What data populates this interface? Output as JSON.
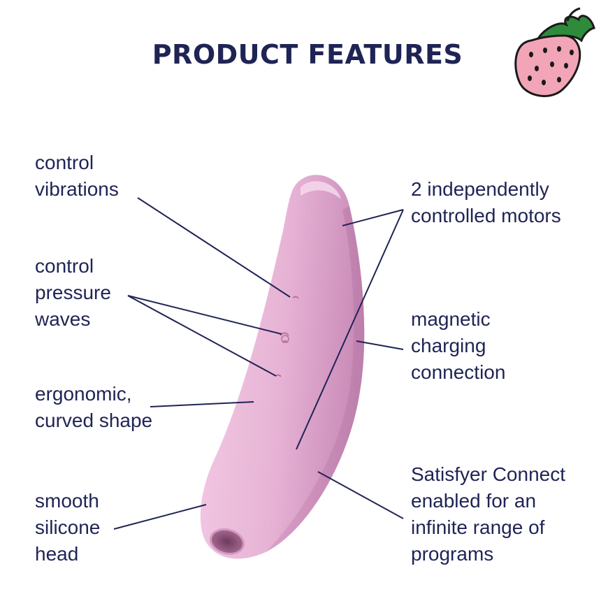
{
  "title": "PRODUCT FEATURES",
  "colors": {
    "text": "#1f2455",
    "product": "#e8b6d6",
    "strawberry": "#f3a5b8",
    "leaf": "#2e8b3c"
  },
  "icons": {
    "strawberry": "strawberry-icon"
  },
  "features": {
    "control_vibrations": "control\nvibrations",
    "control_pressure_waves": "control\npressure\nwaves",
    "ergonomic_shape": "ergonomic,\ncurved shape",
    "silicone_head": "smooth\nsilicone\nhead",
    "motors": "2 independently\ncontrolled motors",
    "magnetic_charging": "magnetic\ncharging\nconnection",
    "connect_app": "Satisfyer Connect\nenabled for an\ninfinite range of\nprograms"
  }
}
